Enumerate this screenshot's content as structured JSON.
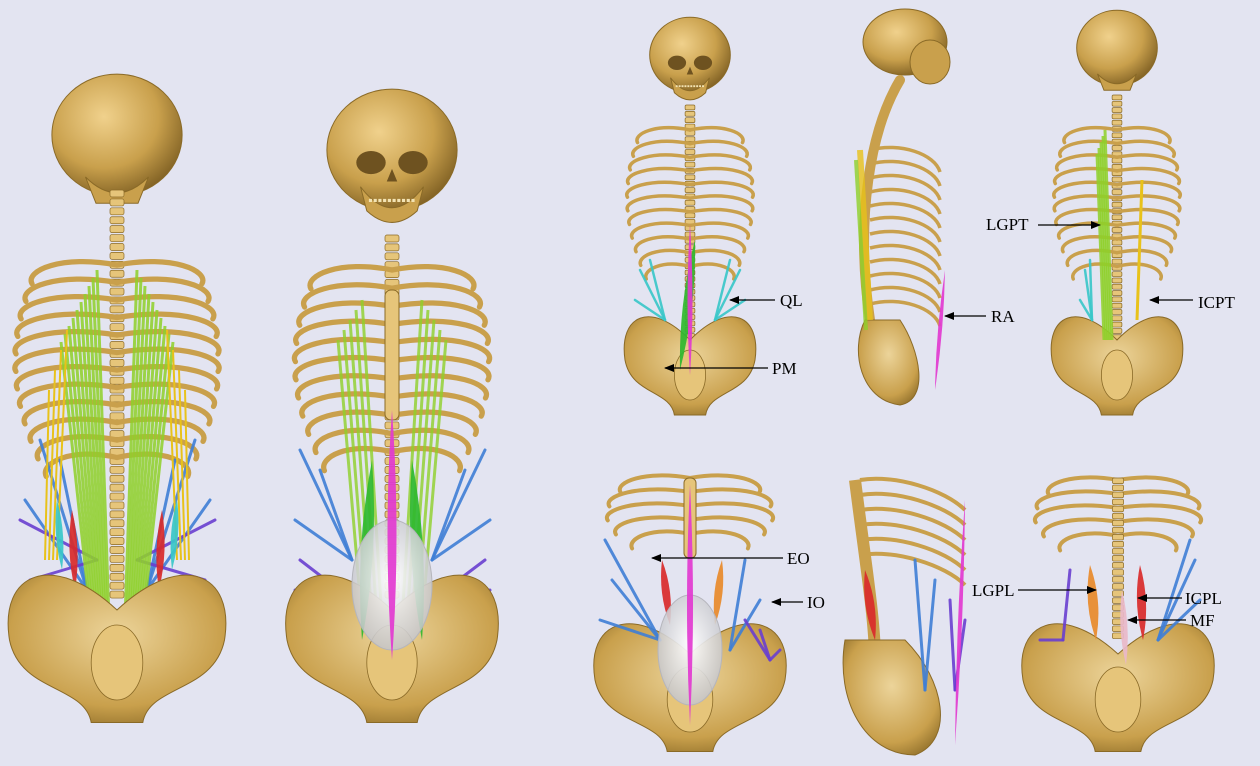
{
  "figure": {
    "background": "#e3e4f1",
    "bone_color": "#c9a04c",
    "bone_light": "#e6c57a",
    "bone_dark": "#8a6a27",
    "muscle_colors": {
      "longissimus": "#8fd12a",
      "iliocostalis": "#e8c21a",
      "quadratus_lumborum": "#38c7c9",
      "psoas_major": "#2fb82f",
      "rectus_abdominis": "#e23ad0",
      "external_oblique": "#3f7fd6",
      "internal_oblique": "#6a3fd0",
      "iliocostalis_lumborum": "#d92a2a",
      "longissimus_lumborum": "#e88a2a",
      "multifidus": "#e9b9c9",
      "abdominal_viscera": "#d8d8dc"
    }
  },
  "labels": {
    "ql": "QL",
    "pm": "PM",
    "ra": "RA",
    "lgpt": "LGPT",
    "icpt": "ICPT",
    "eo": "EO",
    "io": "IO",
    "lgpl": "LGPL",
    "icpl": "ICPL",
    "mf": "MF"
  }
}
